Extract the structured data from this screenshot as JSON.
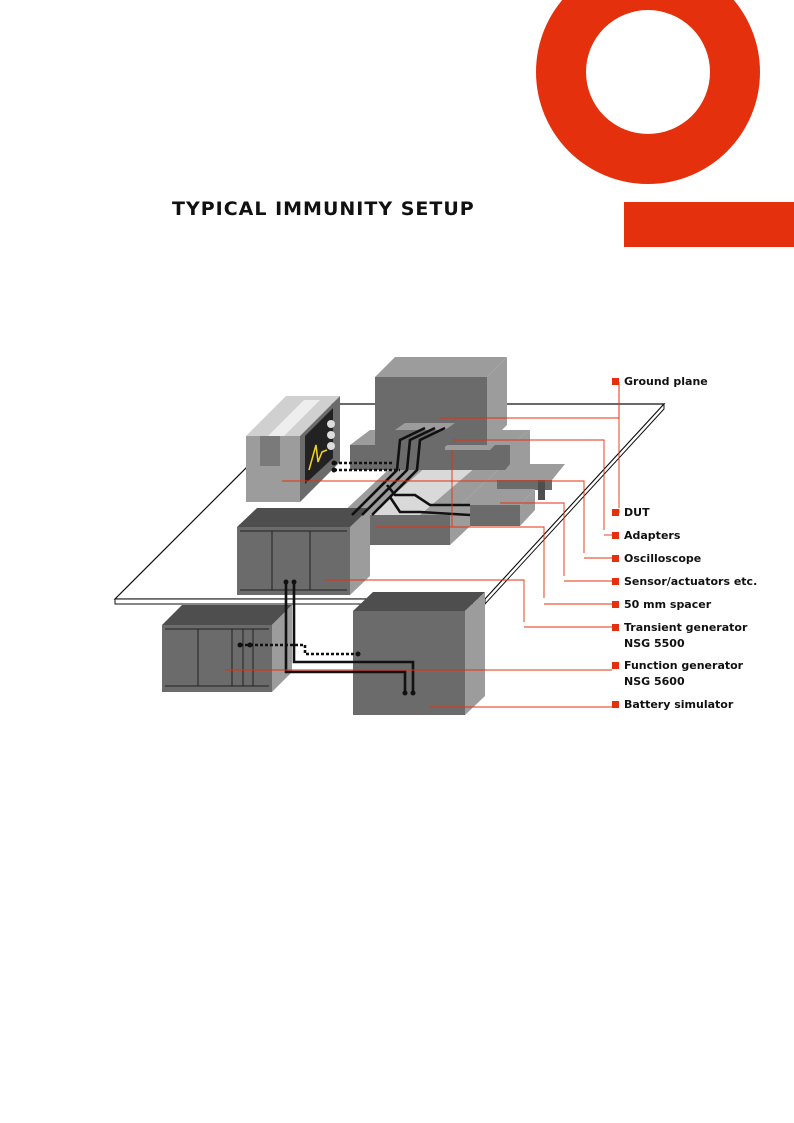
{
  "title": "TYPICAL IMMUNITY SETUP",
  "colors": {
    "accent": "#e4300c",
    "equipment_light": "#9c9c9c",
    "equipment_dark": "#6b6b6b",
    "equipment_shadow": "#4e4e4e",
    "leader_line": "#e4300c",
    "cable": "#111111",
    "screen_trace": "#f2d21b"
  },
  "labels": {
    "ground_plane": "Ground plane",
    "dut": "DUT",
    "adapters": "Adapters",
    "oscilloscope": "Oscilloscope",
    "sensor_actuators": "Sensor/actuators etc.",
    "spacer": "50 mm spacer",
    "transient_generator": [
      "Transient generator",
      "NSG 5500"
    ],
    "function_generator": [
      "Function generator",
      "NSG 5600"
    ],
    "battery_simulator": "Battery simulator"
  }
}
